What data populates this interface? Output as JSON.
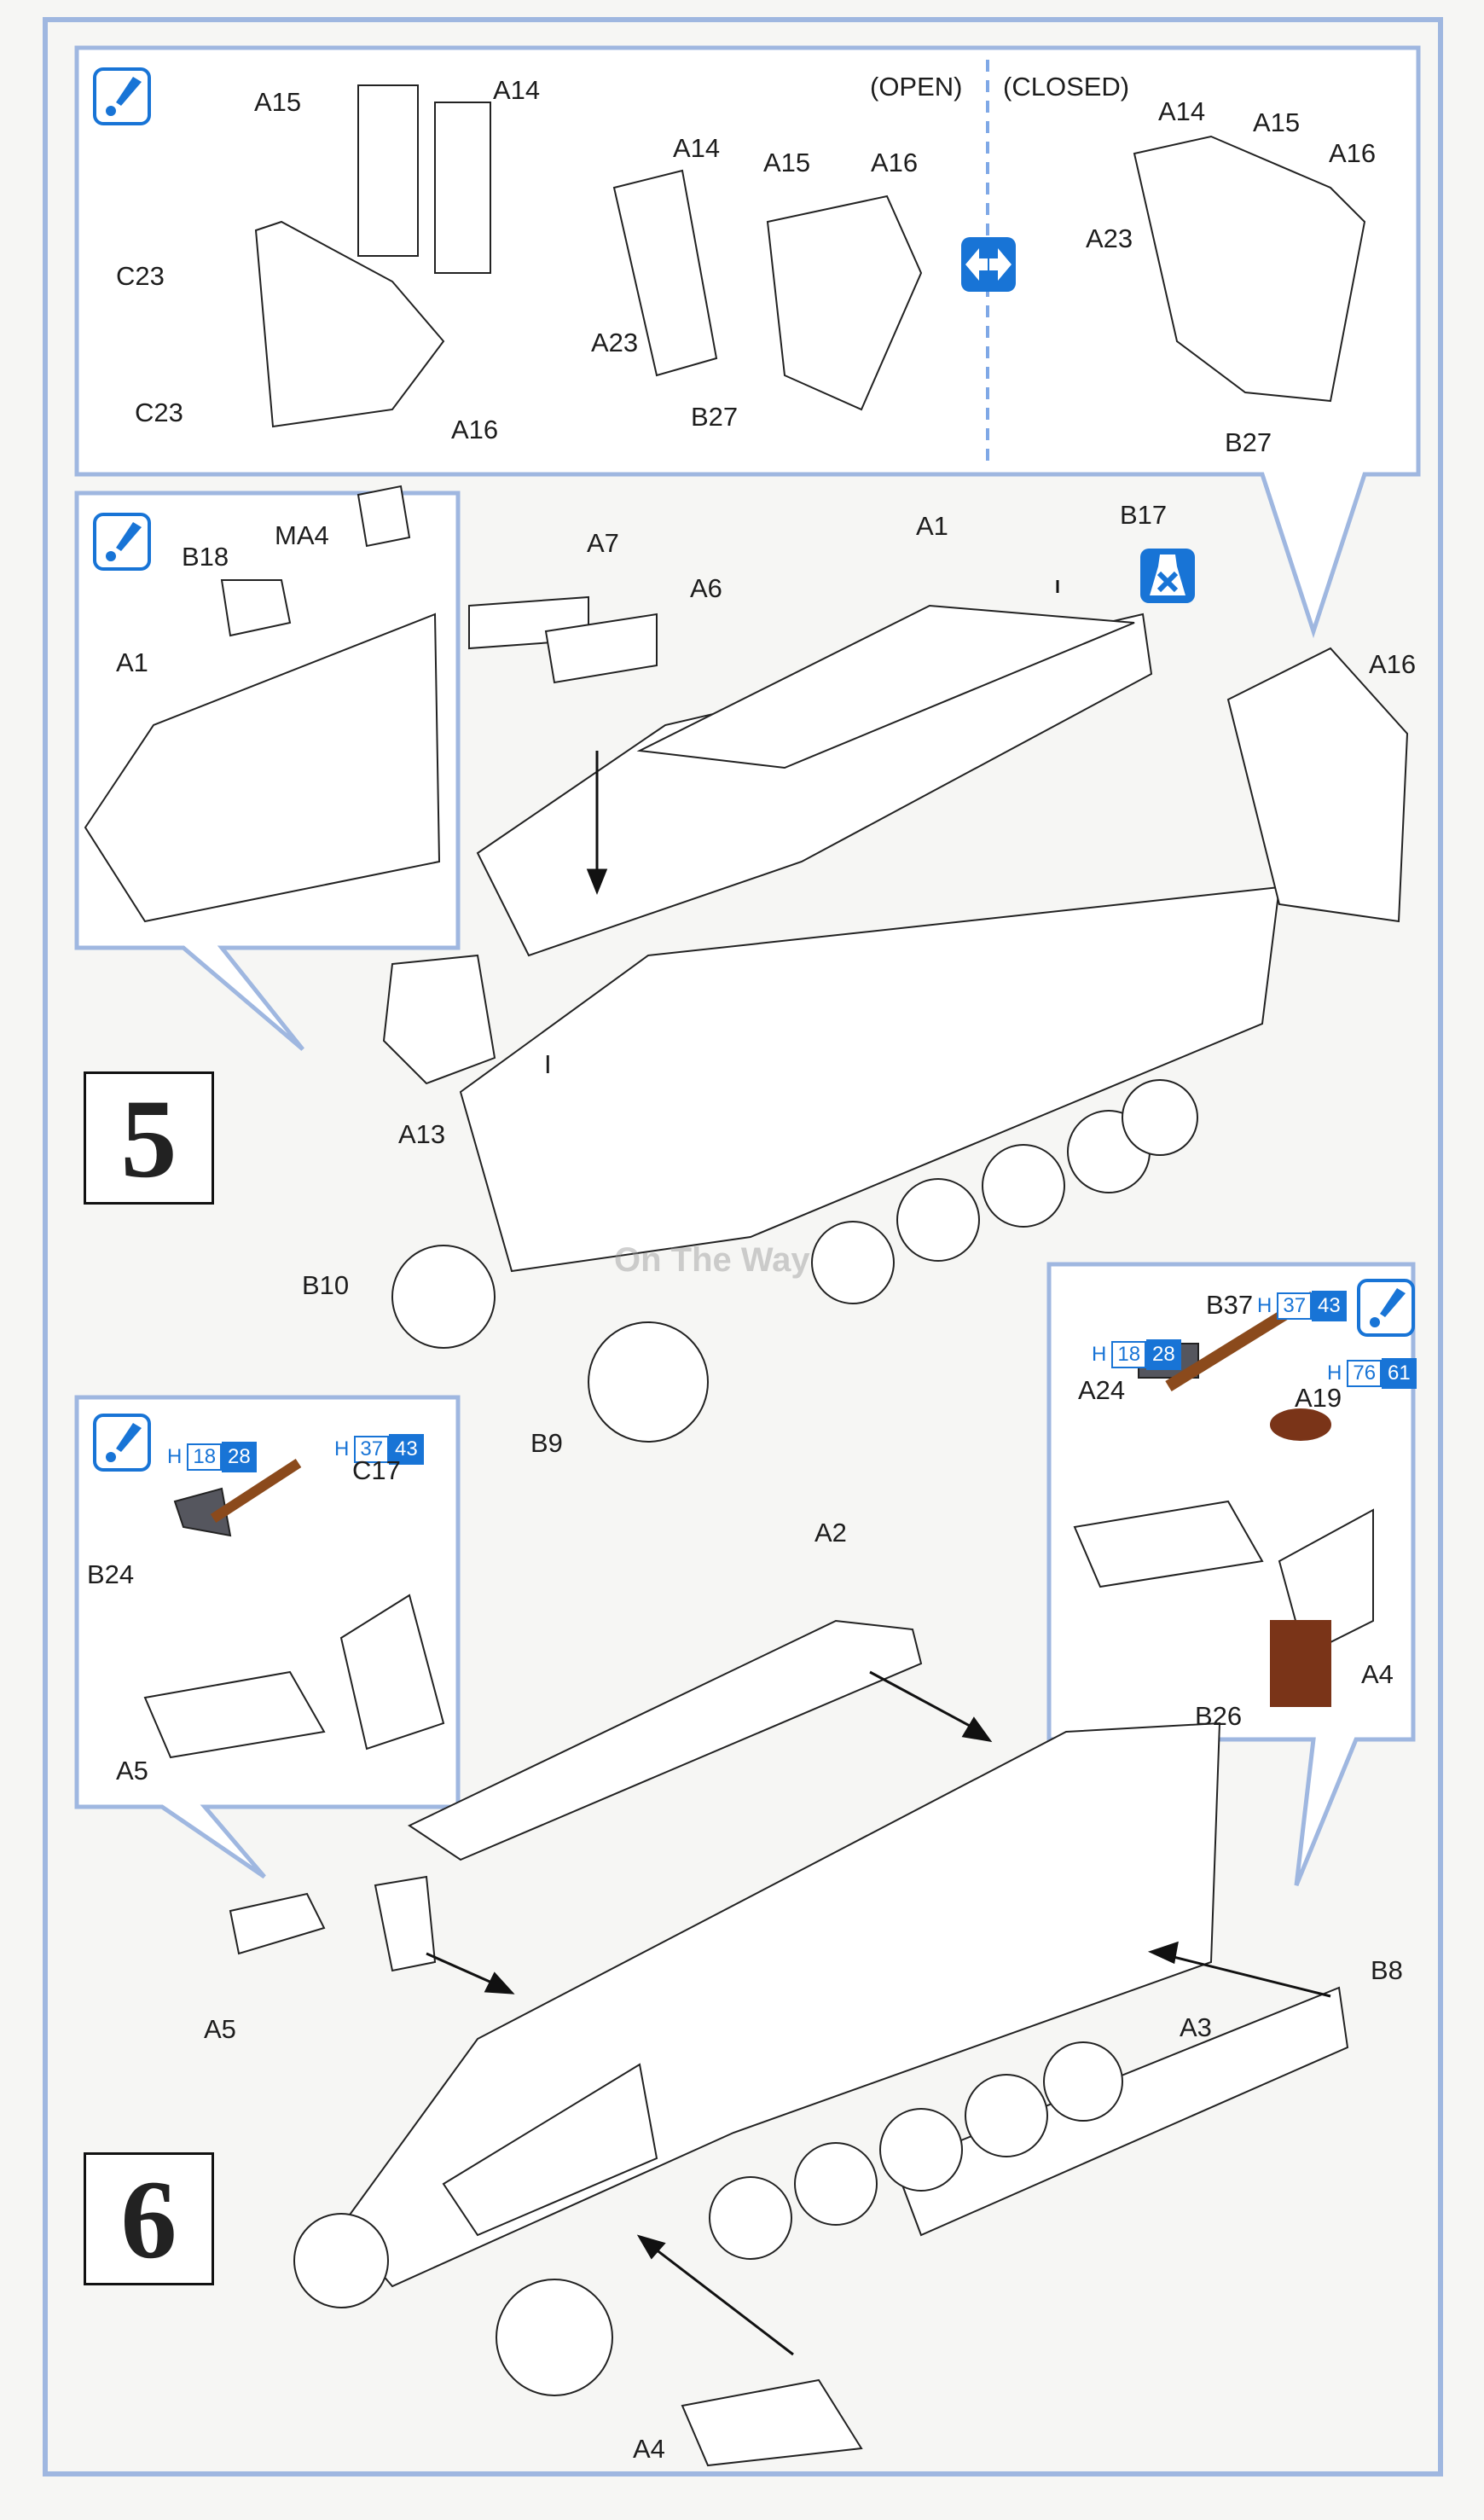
{
  "steps": [
    {
      "number": "5"
    },
    {
      "number": "6"
    }
  ],
  "top_panel": {
    "open_label": "(OPEN)",
    "closed_label": "(CLOSED)",
    "exploded_labels": [
      "A15",
      "A14",
      "C23",
      "C23",
      "A16"
    ],
    "open_labels": [
      "A14",
      "A15",
      "A16",
      "A23",
      "B27"
    ],
    "closed_labels": [
      "A14",
      "A15",
      "A16",
      "A23",
      "B27"
    ]
  },
  "inset_left_step5": {
    "labels": [
      "B18",
      "MA4",
      "A1"
    ]
  },
  "step5_main": {
    "labels": [
      "A7",
      "A6",
      "A1",
      "B17",
      "A16",
      "I",
      "A13",
      "B10",
      "B9"
    ]
  },
  "inset_right_step5": {
    "labels": [
      "B37",
      "A24",
      "A19",
      "A4",
      "B26"
    ],
    "paints": [
      {
        "prefix": "H",
        "a": "37",
        "b": "43"
      },
      {
        "prefix": "H",
        "a": "18",
        "b": "28"
      },
      {
        "prefix": "H",
        "a": "76",
        "b": "61"
      }
    ]
  },
  "inset_left_step6": {
    "labels": [
      "C17",
      "B24",
      "A5"
    ],
    "paints": [
      {
        "prefix": "H",
        "a": "18",
        "b": "28"
      },
      {
        "prefix": "H",
        "a": "37",
        "b": "43"
      }
    ]
  },
  "step6_main": {
    "labels": [
      "A2",
      "A5",
      "B8",
      "A3",
      "A4"
    ]
  },
  "icons": [
    "attention-icon",
    "swap-option-icon",
    "no-glue-icon"
  ],
  "watermark": "On The Way",
  "colors": {
    "frame": "#9fb7e0",
    "accent": "#1874d6",
    "wood": "#8b4a1c",
    "grey_part": "#55565e",
    "red_brown": "#7a3418"
  }
}
